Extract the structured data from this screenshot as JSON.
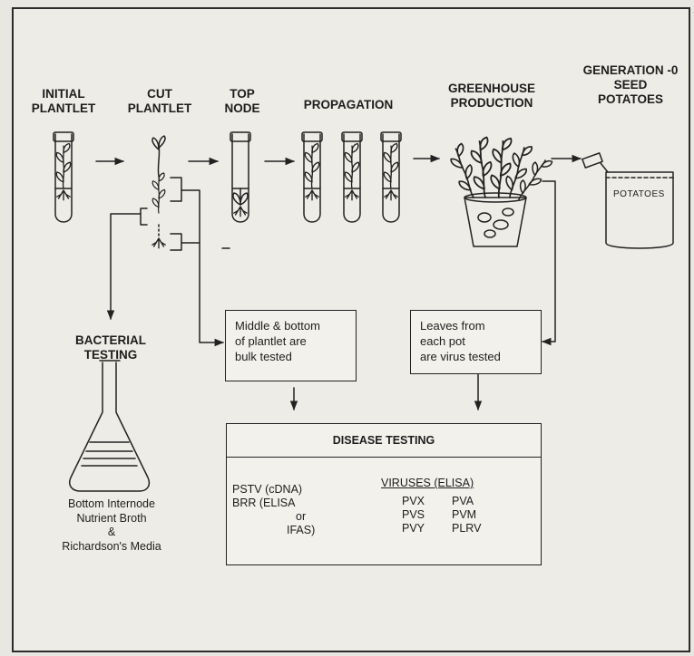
{
  "stages": {
    "initial_plantlet": [
      "INITIAL",
      "PLANTLET"
    ],
    "cut_plantlet": [
      "CUT",
      "PLANTLET"
    ],
    "top_node": [
      "TOP",
      "NODE"
    ],
    "propagation": "PROPAGATION",
    "greenhouse": [
      "GREENHOUSE",
      "PRODUCTION"
    ],
    "generation": [
      "GENERATION -0",
      "SEED",
      "POTATOES"
    ]
  },
  "bag_label": "POTATOES",
  "bacterial": {
    "title": [
      "BACTERIAL",
      "TESTING"
    ],
    "caption": [
      "Bottom Internode",
      "Nutrient Broth",
      "&",
      "Richardson's Media"
    ]
  },
  "bulk_box": [
    "Middle & bottom",
    "of plantlet are",
    "bulk tested"
  ],
  "leaves_box": [
    "Leaves from",
    "each pot",
    "are virus tested"
  ],
  "disease": {
    "title": "DISEASE TESTING",
    "pstv": "PSTV (cDNA)",
    "brr": "BRR  (ELISA",
    "or": "or",
    "ifas": "IFAS)",
    "viruses_title": "VIRUSES (ELISA)",
    "viruses_col1": [
      "PVX",
      "PVS",
      "PVY"
    ],
    "viruses_col2": [
      "PVA",
      "PVM",
      "PLRV"
    ]
  }
}
